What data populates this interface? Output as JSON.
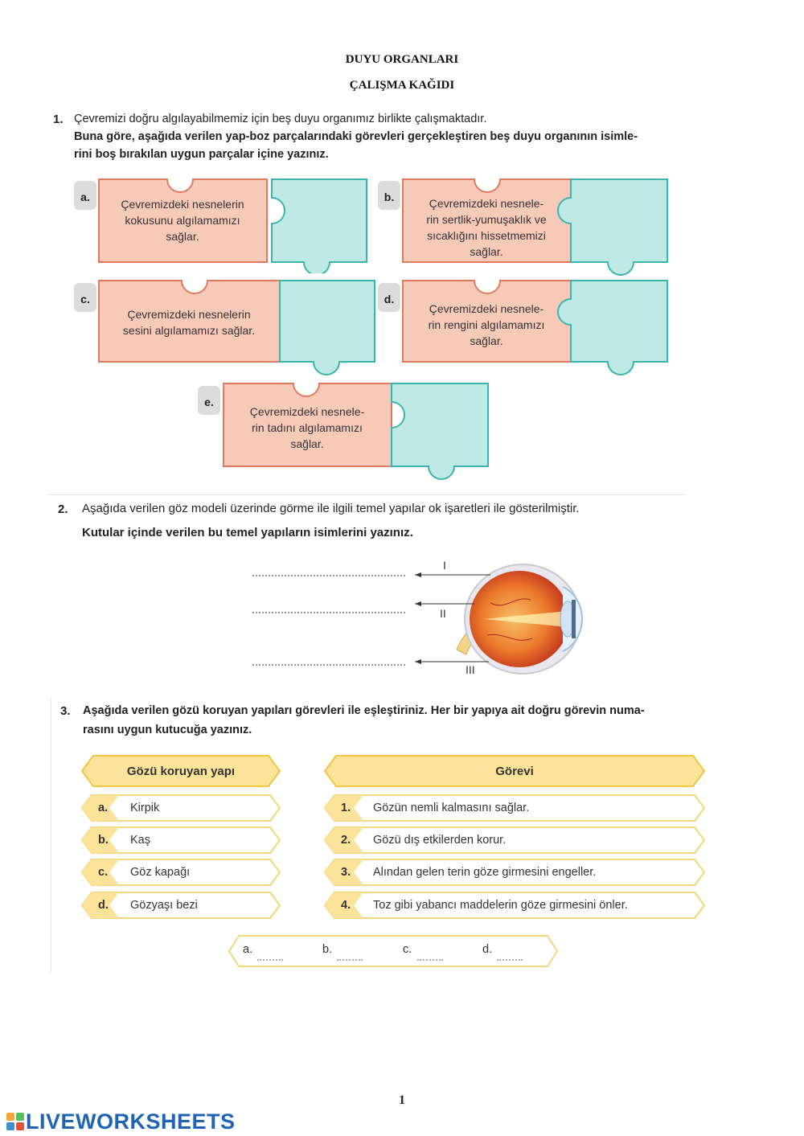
{
  "header": {
    "title": "DUYU ORGANLARI",
    "subtitle": "ÇALIŞMA KAĞIDI"
  },
  "q1": {
    "number": "1.",
    "line1": "Çevremizi doğru algılayabilmemiz için beş duyu organımız birlikte çalışmaktadır.",
    "line2": "Buna göre, aşağıda verilen yap-boz parçalarındaki görevleri gerçekleştiren beş duyu organının isimle-",
    "line3": "rini boş bırakılan uygun parçalar içine yazınız.",
    "pieces": [
      {
        "tag": "a.",
        "text": [
          "Çevremizdeki nesnelerin",
          "kokusunu algılamamızı",
          "sağlar."
        ]
      },
      {
        "tag": "b.",
        "text": [
          "Çevremizdeki nesnele-",
          "rin sertlik-yumuşaklık ve",
          "sıcaklığını hissetmemizi",
          "sağlar."
        ]
      },
      {
        "tag": "c.",
        "text": [
          "Çevremizdeki nesnelerin",
          "sesini algılamamızı sağlar."
        ]
      },
      {
        "tag": "d.",
        "text": [
          "Çevremizdeki nesnele-",
          "rin rengini algılamamızı",
          "sağlar."
        ]
      },
      {
        "tag": "e.",
        "text": [
          "Çevremizdeki nesnele-",
          "rin tadını algılamamızı",
          "sağlar."
        ]
      }
    ]
  },
  "q2": {
    "number": "2.",
    "line1": "Aşağıda verilen göz modeli üzerinde görme ile ilgili temel yapılar ok işaretleri ile gösterilmiştir.",
    "line2": "Kutular içinde verilen bu temel yapıların isimlerini yazınız.",
    "labels": [
      "I",
      "II",
      "III"
    ]
  },
  "q3": {
    "number": "3.",
    "line1": "Aşağıda verilen gözü koruyan yapıları görevleri ile eşleştiriniz. Her bir yapıya ait doğru görevin numa-",
    "line2": "rasını uygun kutucuğa yazınız.",
    "left_header": "Gözü koruyan yapı",
    "right_header": "Görevi",
    "structures": [
      {
        "key": "a.",
        "label": "Kirpik"
      },
      {
        "key": "b.",
        "label": "Kaş"
      },
      {
        "key": "c.",
        "label": "Göz kapağı"
      },
      {
        "key": "d.",
        "label": "Gözyaşı bezi"
      }
    ],
    "duties": [
      {
        "key": "1.",
        "label": "Gözün nemli kalmasını sağlar."
      },
      {
        "key": "2.",
        "label": "Gözü dış etkilerden korur."
      },
      {
        "key": "3.",
        "label": "Alından gelen terin göze girmesini engeller."
      },
      {
        "key": "4.",
        "label": "Toz gibi yabancı maddelerin göze girmesini önler."
      }
    ],
    "answers": [
      "a.",
      "b.",
      "c.",
      "d."
    ]
  },
  "footer": {
    "page": "1",
    "brand": "LIVEWORKSHEETS"
  },
  "colors": {
    "pink": "#f6c9b8",
    "pink_border": "#e07a5f",
    "teal": "#bfe9e5",
    "teal_border": "#3ab5ad",
    "yellow": "#fbe39a",
    "yellow_border": "#f5c542"
  }
}
